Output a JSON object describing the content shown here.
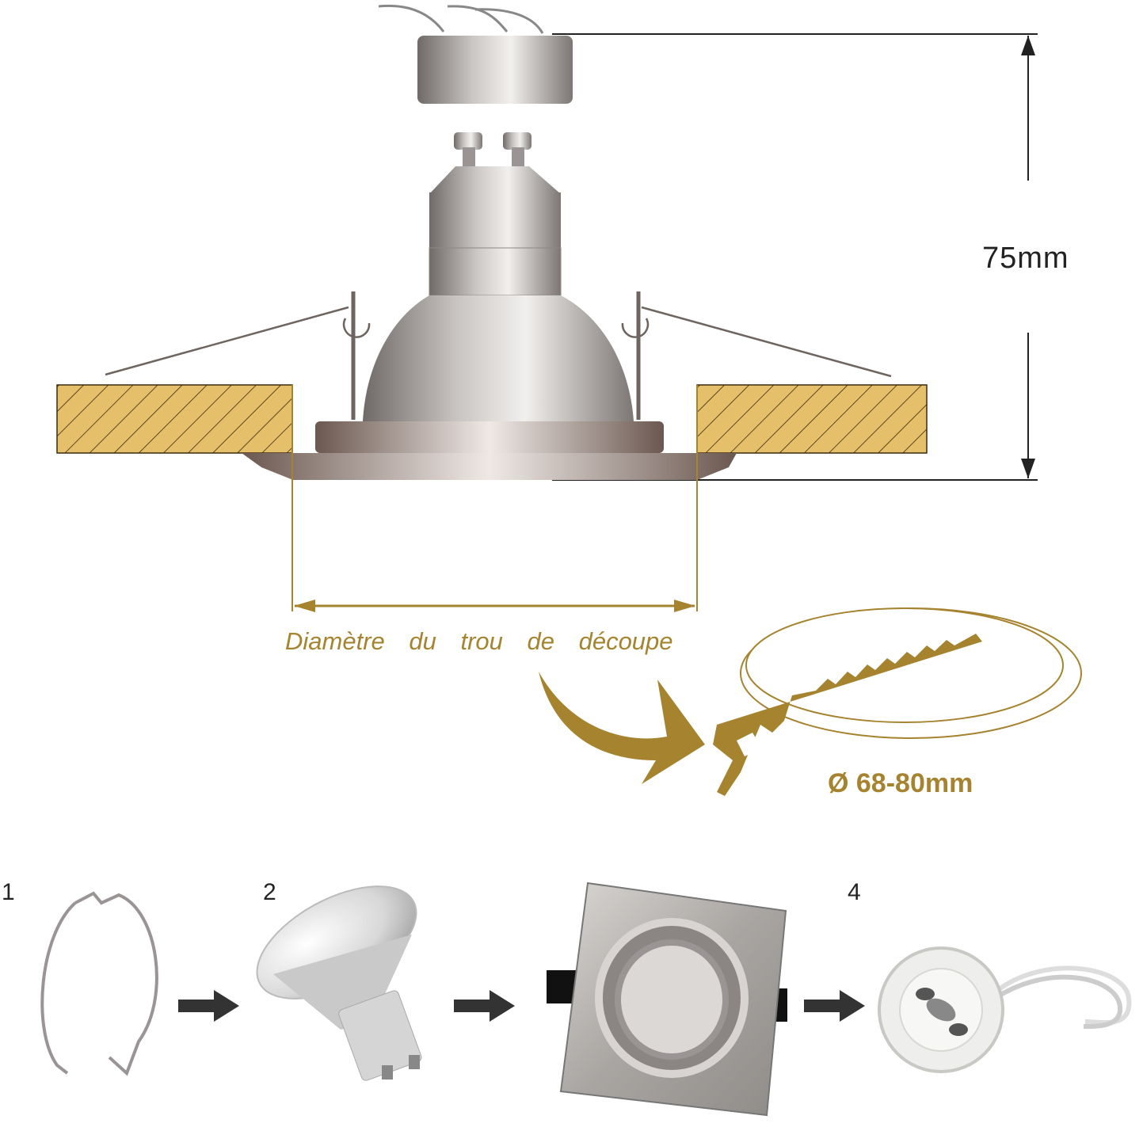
{
  "dimensions": {
    "height": "75mm",
    "cutout_label": "Diamètre du trou de découpe",
    "cutout_diameter": "Ø 68-80mm"
  },
  "steps": [
    {
      "number": "1",
      "icon": "spring-clip-icon"
    },
    {
      "number": "2",
      "icon": "gu10-bulb-icon"
    },
    {
      "number": "",
      "icon": "square-frame-icon"
    },
    {
      "number": "4",
      "icon": "gu10-socket-icon"
    }
  ],
  "colors": {
    "gold": "#a5832f",
    "wood": "#e5bf6a",
    "dimension_line": "#222222"
  }
}
